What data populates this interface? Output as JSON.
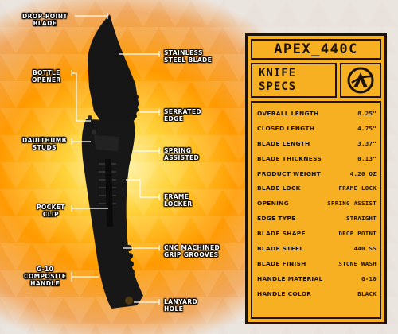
{
  "product": {
    "title": "APEX_440C",
    "specs_heading": [
      "KNIFE",
      "SPECS"
    ],
    "logo_icon": "apex-a-logo-icon"
  },
  "callouts": [
    {
      "id": "drop-point-blade",
      "lines": [
        "DROP-POINT",
        "BLADE"
      ]
    },
    {
      "id": "stainless-steel-blade",
      "lines": [
        "STAINLESS",
        "STEEL BLADE"
      ]
    },
    {
      "id": "bottle-opener",
      "lines": [
        "BOTTLE",
        "OPENER"
      ]
    },
    {
      "id": "serrated-edge",
      "lines": [
        "SERRATED",
        "EDGE"
      ]
    },
    {
      "id": "daul-thumb-studs",
      "lines": [
        "DAULTHUMB",
        "STUDS"
      ]
    },
    {
      "id": "spring-assisted",
      "lines": [
        "SPRING",
        "ASSISTED"
      ]
    },
    {
      "id": "frame-locker",
      "lines": [
        "FRAME",
        "LOCKER"
      ]
    },
    {
      "id": "pocket-clip",
      "lines": [
        "POCKET",
        "CLIP"
      ]
    },
    {
      "id": "cnc-grip-grooves",
      "lines": [
        "CNC MACHINED",
        "GRIP GROOVES"
      ]
    },
    {
      "id": "g10-composite-handle",
      "lines": [
        "G-10",
        "COMPOSITE",
        "HANDLE"
      ]
    },
    {
      "id": "lanyard-hole",
      "lines": [
        "LANYARD",
        "HOLE"
      ]
    }
  ],
  "specs": [
    {
      "label": "OVERALL LENGTH",
      "value": "8.25\""
    },
    {
      "label": "CLOSED LENGTH",
      "value": "4.75\""
    },
    {
      "label": "BLADE LENGTH",
      "value": "3.37\""
    },
    {
      "label": "BLADE THICKNESS",
      "value": "0.13\""
    },
    {
      "label": "PRODUCT WEIGHT",
      "value": "4.20 OZ"
    },
    {
      "label": "BLADE LOCK",
      "value": "FRAME LOCK"
    },
    {
      "label": "OPENING",
      "value": "SPRING ASSIST"
    },
    {
      "label": "EDGE TYPE",
      "value": "STRAIGHT"
    },
    {
      "label": "BLADE SHAPE",
      "value": "DROP POINT"
    },
    {
      "label": "BLADE STEEL",
      "value": "440 SS"
    },
    {
      "label": "BLADE FINISH",
      "value": "STONE WASH"
    },
    {
      "label": "HANDLE MATERIAL",
      "value": "G-10"
    },
    {
      "label": "HANDLE COLOR",
      "value": "BLACK"
    }
  ],
  "colors": {
    "panel": "#f7b021",
    "ink": "#1c1208",
    "glow": "#ff9a00",
    "knife": "#141414"
  }
}
